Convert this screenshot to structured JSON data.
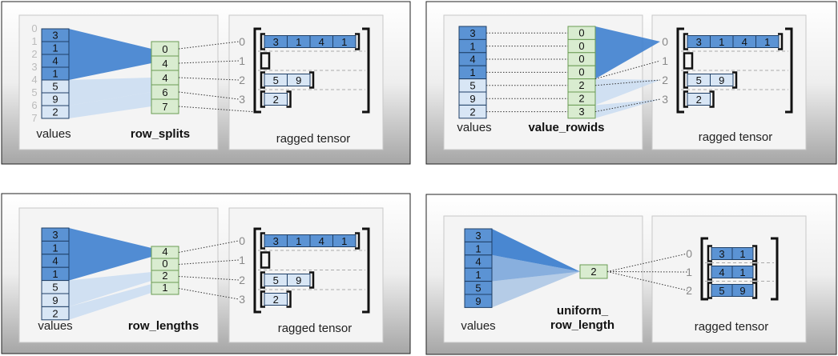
{
  "colors": {
    "value_dark": "#5b93d4",
    "value_light": "#d8e6f5",
    "encoding_fill": "#d9ecd0",
    "encoding_stroke": "#6a9c54",
    "fan_dark": "#3f81cf",
    "fan_light": "#c4daf1"
  },
  "panels": [
    {
      "id": "row_splits",
      "values_label": "values",
      "encoding_label": "row_splits",
      "tensor_label": "ragged tensor",
      "values": [
        "3",
        "1",
        "4",
        "1",
        "5",
        "9",
        "2"
      ],
      "value_indices": [
        "0",
        "1",
        "2",
        "3",
        "4",
        "5",
        "6",
        "7"
      ],
      "encoding": [
        "0",
        "4",
        "4",
        "6",
        "7"
      ],
      "row_labels": [
        "0",
        "1",
        "2",
        "3"
      ],
      "rows": [
        [
          "3",
          "1",
          "4",
          "1"
        ],
        [],
        [
          "5",
          "9"
        ],
        [
          "2"
        ]
      ]
    },
    {
      "id": "value_rowids",
      "values_label": "values",
      "encoding_label": "value_rowids",
      "tensor_label": "ragged tensor",
      "values": [
        "3",
        "1",
        "4",
        "1",
        "5",
        "9",
        "2"
      ],
      "encoding": [
        "0",
        "0",
        "0",
        "0",
        "2",
        "2",
        "3"
      ],
      "row_labels": [
        "0",
        "1",
        "2",
        "3"
      ],
      "rows": [
        [
          "3",
          "1",
          "4",
          "1"
        ],
        [],
        [
          "5",
          "9"
        ],
        [
          "2"
        ]
      ]
    },
    {
      "id": "row_lengths",
      "values_label": "values",
      "encoding_label": "row_lengths",
      "tensor_label": "ragged tensor",
      "values": [
        "3",
        "1",
        "4",
        "1",
        "5",
        "9",
        "2"
      ],
      "encoding": [
        "4",
        "0",
        "2",
        "1"
      ],
      "row_labels": [
        "0",
        "1",
        "2",
        "3"
      ],
      "rows": [
        [
          "3",
          "1",
          "4",
          "1"
        ],
        [],
        [
          "5",
          "9"
        ],
        [
          "2"
        ]
      ]
    },
    {
      "id": "uniform_row_length",
      "values_label": "values",
      "encoding_label_lines": [
        "uniform_",
        "row_length"
      ],
      "tensor_label": "ragged tensor",
      "values": [
        "3",
        "1",
        "4",
        "1",
        "5",
        "9"
      ],
      "encoding": [
        "2"
      ],
      "row_labels": [
        "0",
        "1",
        "2"
      ],
      "rows": [
        [
          "3",
          "1"
        ],
        [
          "4",
          "1"
        ],
        [
          "5",
          "9"
        ]
      ]
    }
  ]
}
